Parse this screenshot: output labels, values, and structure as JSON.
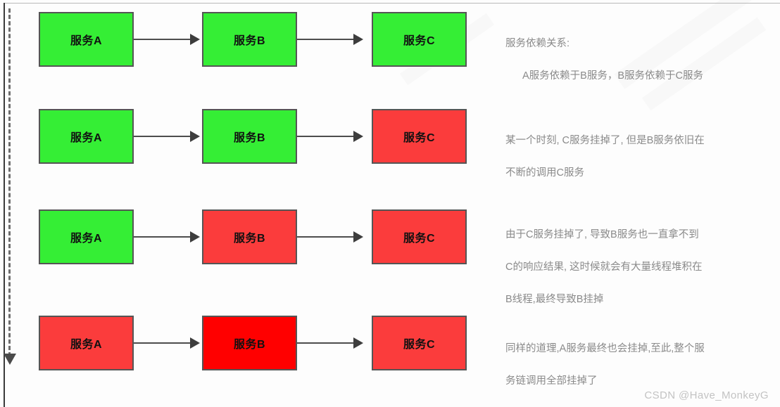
{
  "diagram": {
    "title_icon": "timeline-arrow-icon",
    "colors": {
      "green": "#35ee35",
      "red": "#fb3c3c",
      "red_bright": "#ff0000",
      "border": "#555555",
      "arrow": "#4d4d4d",
      "note_text": "#8a8a8a",
      "watermark": "#c3c3c3"
    },
    "rows": [
      {
        "id": "row-1",
        "nodes": [
          {
            "label": "服务A",
            "state": "healthy",
            "color": "#35ee35"
          },
          {
            "label": "服务B",
            "state": "healthy",
            "color": "#35ee35"
          },
          {
            "label": "服务C",
            "state": "healthy",
            "color": "#35ee35"
          }
        ],
        "note_lines": [
          "服务依赖关系:",
          "A服务依赖于B服务，B服务依赖于C服务"
        ]
      },
      {
        "id": "row-2",
        "nodes": [
          {
            "label": "服务A",
            "state": "healthy",
            "color": "#35ee35"
          },
          {
            "label": "服务B",
            "state": "healthy",
            "color": "#35ee35"
          },
          {
            "label": "服务C",
            "state": "down",
            "color": "#fb3c3c"
          }
        ],
        "note_lines": [
          "某一个时刻, C服务挂掉了, 但是B服务依旧在",
          "不断的调用C服务"
        ]
      },
      {
        "id": "row-3",
        "nodes": [
          {
            "label": "服务A",
            "state": "healthy",
            "color": "#35ee35"
          },
          {
            "label": "服务B",
            "state": "down",
            "color": "#fb3c3c"
          },
          {
            "label": "服务C",
            "state": "down",
            "color": "#fb3c3c"
          }
        ],
        "note_lines": [
          "由于C服务挂掉了, 导致B服务也一直拿不到",
          "C的响应结果, 这时候就会有大量线程堆积在",
          "B线程,最终导致B挂掉"
        ]
      },
      {
        "id": "row-4",
        "nodes": [
          {
            "label": "服务A",
            "state": "down",
            "color": "#fb3c3c"
          },
          {
            "label": "服务B",
            "state": "down-critical",
            "color": "#ff0000"
          },
          {
            "label": "服务C",
            "state": "down",
            "color": "#fb3c3c"
          }
        ],
        "note_lines": [
          "同样的道理,A服务最终也会挂掉,至此,整个服",
          "务链调用全部挂掉了"
        ]
      }
    ],
    "watermark": "CSDN @Have_MonkeyG"
  }
}
